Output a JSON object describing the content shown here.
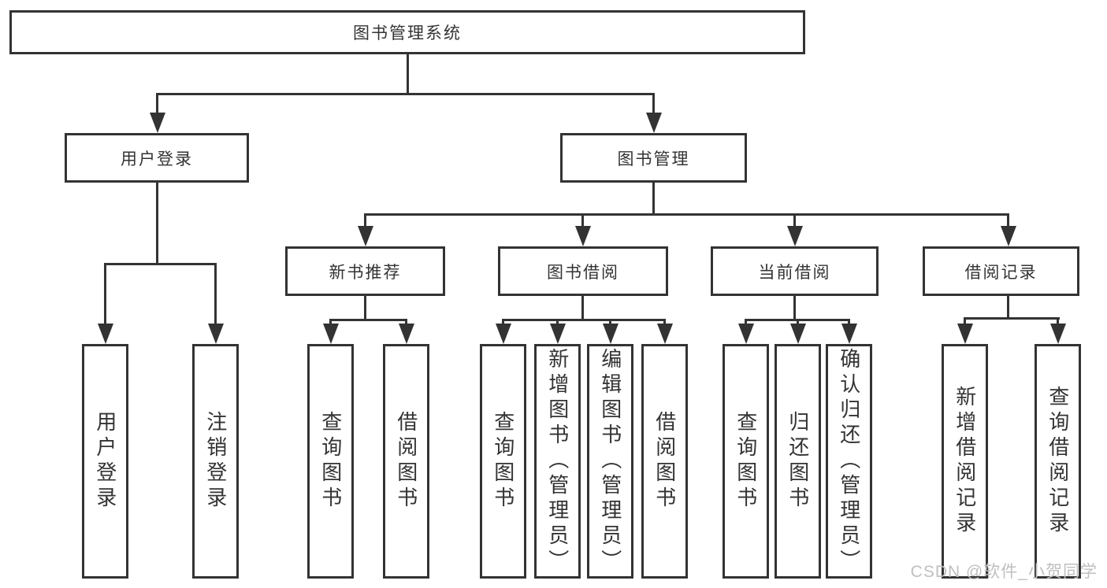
{
  "diagram": {
    "type": "tree",
    "root": {
      "label": "图书管理系统",
      "children": [
        {
          "label": "用户登录",
          "children": [
            {
              "label": "用户登录"
            },
            {
              "label": "注销登录"
            }
          ]
        },
        {
          "label": "图书管理",
          "children": [
            {
              "label": "新书推荐",
              "children": [
                {
                  "label": "查询图书"
                },
                {
                  "label": "借阅图书"
                }
              ]
            },
            {
              "label": "图书借阅",
              "children": [
                {
                  "label": "查询图书"
                },
                {
                  "label": "新增图书（管理员）"
                },
                {
                  "label": "编辑图书（管理员）"
                },
                {
                  "label": "借阅图书"
                }
              ]
            },
            {
              "label": "当前借阅",
              "children": [
                {
                  "label": "查询图书"
                },
                {
                  "label": "归还图书"
                },
                {
                  "label": "确认归还（管理员）"
                }
              ]
            },
            {
              "label": "借阅记录",
              "children": [
                {
                  "label": "新增借阅记录"
                },
                {
                  "label": "查询借阅记录"
                }
              ]
            }
          ]
        }
      ]
    }
  },
  "watermark": {
    "text": "CSDN @软件_小贺同学"
  },
  "colors": {
    "line": "#333333",
    "box_border": "#333333",
    "text": "#333333",
    "watermark": "#bfbfbf",
    "background": "#ffffff"
  }
}
